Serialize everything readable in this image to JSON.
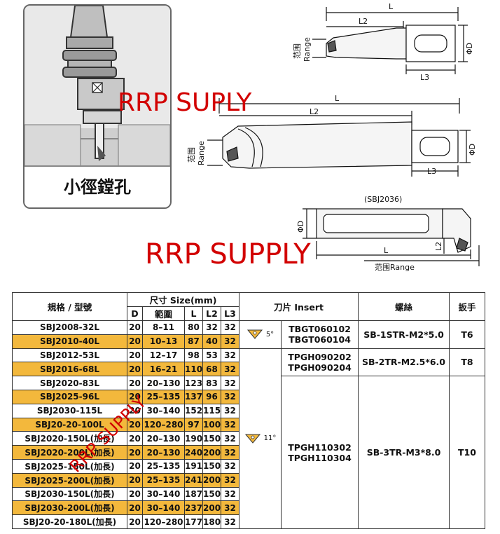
{
  "photo_caption": "小徑鏜孔",
  "watermarks": {
    "top": "RRP SUPLY",
    "middle": "RRP SUPPLY",
    "diagonal": "RRP SUPPLY"
  },
  "drawing1": {
    "L": "L",
    "L2": "L2",
    "L3": "L3",
    "phiD": "ΦD",
    "range_cn": "范围",
    "range_en": "Range"
  },
  "drawing2": {
    "L": "L",
    "L2": "L2",
    "L3": "L3",
    "phiD": "ΦD",
    "range_cn": "范围",
    "range_en": "Range"
  },
  "drawing3": {
    "caption": "(SBJ2036)",
    "L": "L",
    "L2": "L2",
    "phiD": "ΦD",
    "range_label": "范围Range"
  },
  "table": {
    "headers": {
      "model": "規格 / 型號",
      "dims": "尺寸 Size(mm)",
      "D": "D",
      "range": "範圍",
      "L": "L",
      "L2": "L2",
      "L3": "L3",
      "insert": "刀片 Insert",
      "screw": "螺絲",
      "wrench": "扳手"
    },
    "rows": [
      {
        "model": "SBJ2008-32L",
        "D": "20",
        "range": "8–11",
        "L": "80",
        "L2": "32",
        "L3": "32"
      },
      {
        "model": "SBJ2010-40L",
        "D": "20",
        "range": "10–13",
        "L": "87",
        "L2": "40",
        "L3": "32"
      },
      {
        "model": "SBJ2012-53L",
        "D": "20",
        "range": "12–17",
        "L": "98",
        "L2": "53",
        "L3": "32"
      },
      {
        "model": "SBJ2016-68L",
        "D": "20",
        "range": "16–21",
        "L": "110",
        "L2": "68",
        "L3": "32"
      },
      {
        "model": "SBJ2020-83L",
        "D": "20",
        "range": "20–130",
        "L": "123",
        "L2": "83",
        "L3": "32"
      },
      {
        "model": "SBJ2025-96L",
        "D": "20",
        "range": "25–135",
        "L": "137",
        "L2": "96",
        "L3": "32"
      },
      {
        "model": "SBJ2030-115L",
        "D": "20",
        "range": "30–140",
        "L": "152",
        "L2": "115",
        "L3": "32"
      },
      {
        "model": "SBJ20-20-100L",
        "D": "20",
        "range": "120–280",
        "L": "97",
        "L2": "100",
        "L3": "32"
      },
      {
        "model": "SBJ2020-150L(加長)",
        "D": "20",
        "range": "20–130",
        "L": "190",
        "L2": "150",
        "L3": "32"
      },
      {
        "model": "SBJ2020-200L(加長)",
        "D": "20",
        "range": "20–130",
        "L": "240",
        "L2": "200",
        "L3": "32"
      },
      {
        "model": "SBJ2025-150L(加長)",
        "D": "20",
        "range": "25–135",
        "L": "191",
        "L2": "150",
        "L3": "32"
      },
      {
        "model": "SBJ2025-200L(加長)",
        "D": "20",
        "range": "25–135",
        "L": "241",
        "L2": "200",
        "L3": "32"
      },
      {
        "model": "SBJ2030-150L(加長)",
        "D": "20",
        "range": "30–140",
        "L": "187",
        "L2": "150",
        "L3": "32"
      },
      {
        "model": "SBJ2030-200L(加長)",
        "D": "20",
        "range": "30–140",
        "L": "237",
        "L2": "200",
        "L3": "32"
      },
      {
        "model": "SBJ20-20-180L(加長)",
        "D": "20",
        "range": "120–280",
        "L": "177",
        "L2": "180",
        "L3": "32"
      }
    ],
    "groups": [
      {
        "insert_angle": "5°",
        "insert_models": [
          "TBGT060102",
          "TBGT060104"
        ],
        "screw": "SB-1STR-M2*5.0",
        "wrench": "T6"
      },
      {
        "insert_models": [
          "TPGH090202",
          "TPGH090204"
        ],
        "screw": "SB-2TR-M2.5*6.0",
        "wrench": "T8"
      },
      {
        "insert_angle": "11°",
        "insert_models": [
          "TPGH110302",
          "TPGH110304"
        ],
        "screw": "SB-3TR-M3*8.0",
        "wrench": "T10"
      }
    ]
  },
  "colors": {
    "highlight_row": "#f3b83c",
    "watermark": "#d20000"
  }
}
